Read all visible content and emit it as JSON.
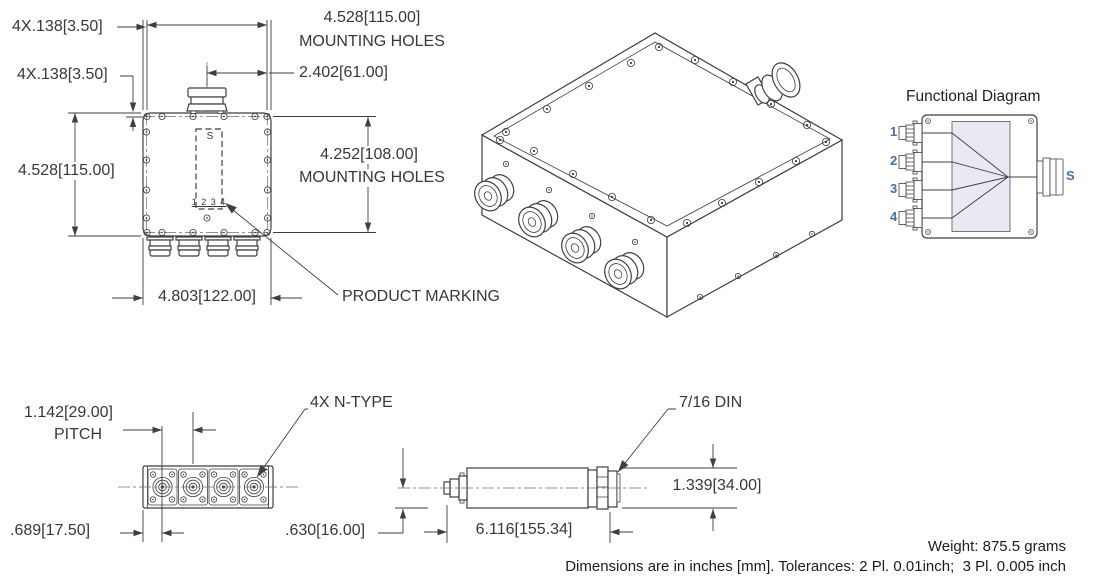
{
  "colors": {
    "line": "#3f3f3f",
    "accent_blue": "#4a6fa8",
    "shade_fill": "#e9e9f2"
  },
  "front_view": {
    "dim_hole_offset_h": "4X.138[3.50]",
    "dim_hole_offset_v": "4X.138[3.50]",
    "dim_mounting_width": "4.528[115.00]",
    "mounting_width_label": "MOUNTING HOLES",
    "dim_port_offset": "2.402[61.00]",
    "dim_body_height": "4.528[115.00]",
    "dim_mounting_height": "4.252[108.00]",
    "mounting_height_label": "MOUNTING HOLES",
    "dim_body_width": "4.803[122.00]",
    "product_marking_callout": "PRODUCT MARKING",
    "marking_top": "S",
    "marking_bottom": "1 2 3 4"
  },
  "functional_diagram": {
    "title": "Functional Diagram",
    "port_labels": [
      "1",
      "2",
      "3",
      "4"
    ],
    "output_label": "S"
  },
  "bottom_view": {
    "dim_pitch": "1.142[29.00]",
    "pitch_label": "PITCH",
    "connector_callout": "4X N-TYPE",
    "dim_edge_offset": ".689[17.50]",
    "dim_axis_offset": ".630[16.00]"
  },
  "side_view": {
    "connector_callout": "7/16 DIN",
    "dim_height": "1.339[34.00]",
    "dim_length": "6.116[155.34]"
  },
  "notes": {
    "weight": "Weight: 875.5 grams",
    "tolerances": "Dimensions are in inches [mm]. Tolerances: 2 Pl. 0.01inch;  3 Pl. 0.005 inch"
  }
}
